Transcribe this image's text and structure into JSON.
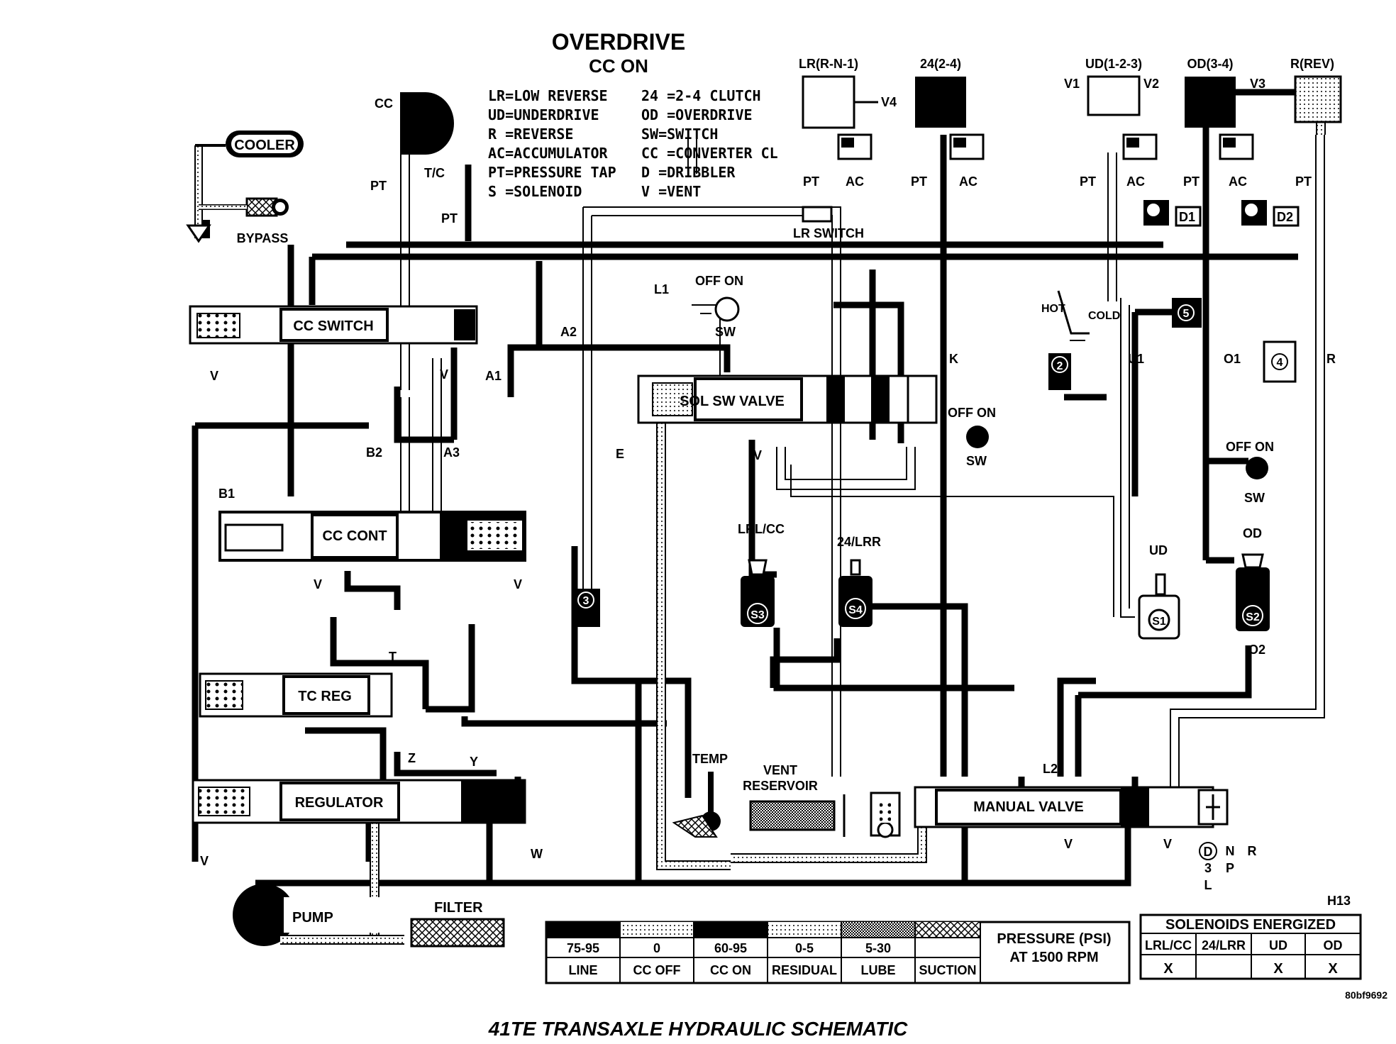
{
  "title": "OVERDRIVE",
  "subtitle": "CC ON",
  "caption": "41TE TRANSAXLE HYDRAULIC SCHEMATIC",
  "figure_code": "H13",
  "image_code": "80bf9692",
  "legend_keys": {
    "left": [
      "LR=LOW REVERSE",
      "UD=UNDERDRIVE",
      "R  =REVERSE",
      "AC=ACCUMULATOR",
      "PT=PRESSURE TAP",
      "S  =SOLENOID"
    ],
    "right": [
      "24 =2-4 CLUTCH",
      "OD =OVERDRIVE",
      "SW=SWITCH",
      "CC =CONVERTER CL",
      "D  =DRIBBLER",
      "V  =VENT"
    ]
  },
  "clutches": {
    "lr": "LR(R-N-1)",
    "c24": "24(2-4)",
    "ud": "UD(1-2-3)",
    "od": "OD(3-4)",
    "rev": "R(REV)"
  },
  "components": {
    "cooler": "COOLER",
    "bypass": "BYPASS",
    "cc_switch": "CC SWITCH",
    "cc_cont": "CC CONT",
    "tc_reg": "TC REG",
    "regulator": "REGULATOR",
    "pump": "PUMP",
    "filter": "FILTER",
    "sol_sw_valve": "SOL SW VALVE",
    "lr_switch": "LR SWITCH",
    "manual_valve": "MANUAL VALVE",
    "temp": "TEMP",
    "vent_reservoir_1": "VENT",
    "vent_reservoir_2": "RESERVOIR",
    "tc": "T/C",
    "hot": "HOT",
    "cold": "COLD",
    "sol_lrcc": "LRL/CC",
    "sol_24lr": "24/LRR",
    "sol_ud": "UD",
    "sol_od": "OD",
    "s1": "S1",
    "s2": "S2",
    "s3": "S3",
    "s4": "S4"
  },
  "labels": {
    "cc": "CC",
    "pt": "PT",
    "ac": "AC",
    "v": "V",
    "sw": "SW",
    "off_on": "OFF ON",
    "a1": "A1",
    "a2": "A2",
    "a3": "A3",
    "b1": "B1",
    "b2": "B2",
    "e": "E",
    "k": "K",
    "l1": "L1",
    "l2": "L2",
    "u1": "U1",
    "o1": "O1",
    "o2": "O2",
    "r": "R",
    "t": "T",
    "w": "W",
    "y": "Y",
    "z": "Z",
    "d1": "D1",
    "d2": "D2",
    "v1": "V1",
    "v2": "V2",
    "v3": "V3",
    "v4": "V4",
    "n2": "2",
    "n3": "3",
    "n4": "4",
    "n5": "5",
    "gear_d": "D",
    "gear_n": "N",
    "gear_p": "P",
    "gear_r": "R",
    "gear_3": "3",
    "gear_l": "L"
  },
  "pressure_legend": {
    "header": [
      "PRESSURE (PSI)",
      "AT 1500 RPM"
    ],
    "values": [
      "75-95",
      "0",
      "60-95",
      "0-5",
      "5-30",
      ""
    ],
    "names": [
      "LINE",
      "CC OFF",
      "CC ON",
      "RESIDUAL",
      "LUBE",
      "SUCTION"
    ]
  },
  "solenoids_table": {
    "title": "SOLENOIDS ENERGIZED",
    "headers": [
      "LRL/CC",
      "24/LRR",
      "UD",
      "OD"
    ],
    "values": [
      "X",
      "",
      "X",
      "X"
    ]
  }
}
